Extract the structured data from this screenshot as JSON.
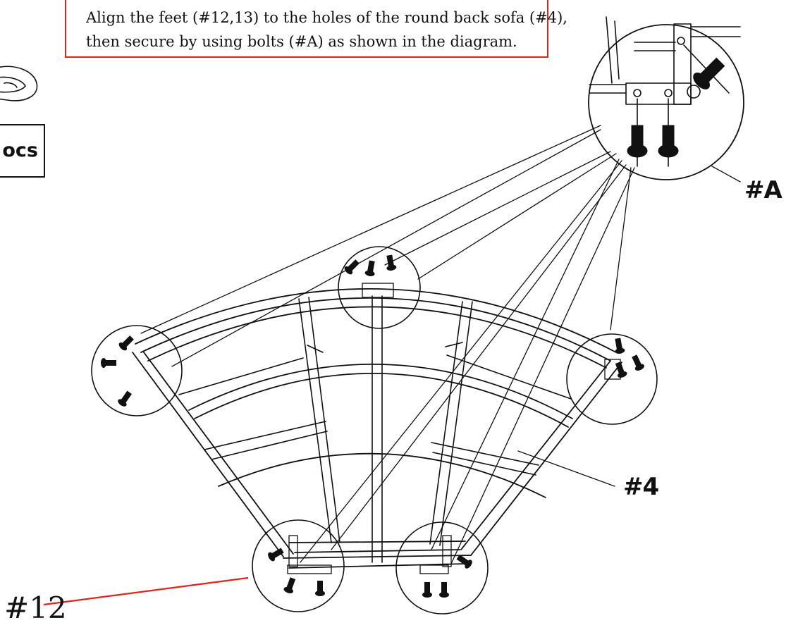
{
  "instruction": {
    "line1": "Align the feet (#12,13) to the holes of the round back sofa (#4),",
    "line2": "then secure by using bolts (#A) as shown in the diagram."
  },
  "labels": {
    "bolt": "#A",
    "sofa": "#4",
    "foot": "#12",
    "pcs_partial": "ocs"
  },
  "colors": {
    "callout_border": "#e2231a",
    "leader_red": "#e2231a",
    "line": "#111111"
  }
}
